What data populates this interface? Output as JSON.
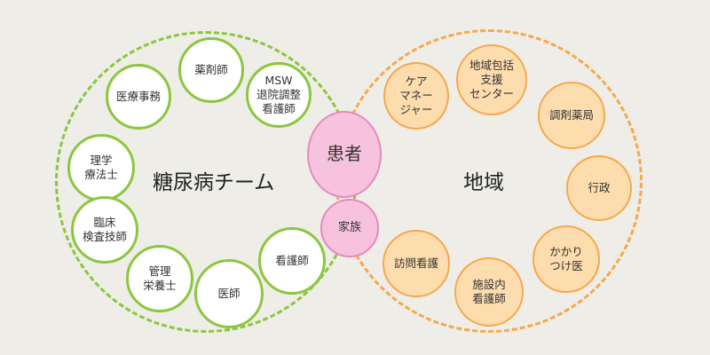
{
  "team": {
    "label": "糖尿病チーム",
    "members": [
      {
        "key": "pharmacist",
        "label": "薬剤師"
      },
      {
        "key": "msw",
        "label": "MSW\n退院調整\n看護師"
      },
      {
        "key": "clerk",
        "label": "医療事務"
      },
      {
        "key": "pt",
        "label": "理学\n療法士"
      },
      {
        "key": "lab",
        "label": "臨床\n検査技師"
      },
      {
        "key": "dietitian",
        "label": "管理\n栄養士"
      },
      {
        "key": "doctor",
        "label": "医師"
      },
      {
        "key": "nurse",
        "label": "看護師"
      }
    ]
  },
  "center": {
    "patient": "患者",
    "family": "家族"
  },
  "region": {
    "label": "地域",
    "members": [
      {
        "key": "care-manager",
        "label": "ケア\nマネー\nジャー"
      },
      {
        "key": "support-center",
        "label": "地域包括\n支援\nセンター"
      },
      {
        "key": "pharmacy",
        "label": "調剤薬局"
      },
      {
        "key": "administration",
        "label": "行政"
      },
      {
        "key": "family-doctor",
        "label": "かかり\nつけ医"
      },
      {
        "key": "facility-nurse",
        "label": "施設内\n看護師"
      },
      {
        "key": "visiting-nurse",
        "label": "訪問看護"
      }
    ]
  },
  "colors": {
    "background": "#eeede7",
    "team_accent": "#8cc63f",
    "region_accent": "#f6a84b",
    "region_fill": "#fddcae",
    "patient_fill": "#f6c2dd",
    "patient_border": "#e58bbd"
  }
}
